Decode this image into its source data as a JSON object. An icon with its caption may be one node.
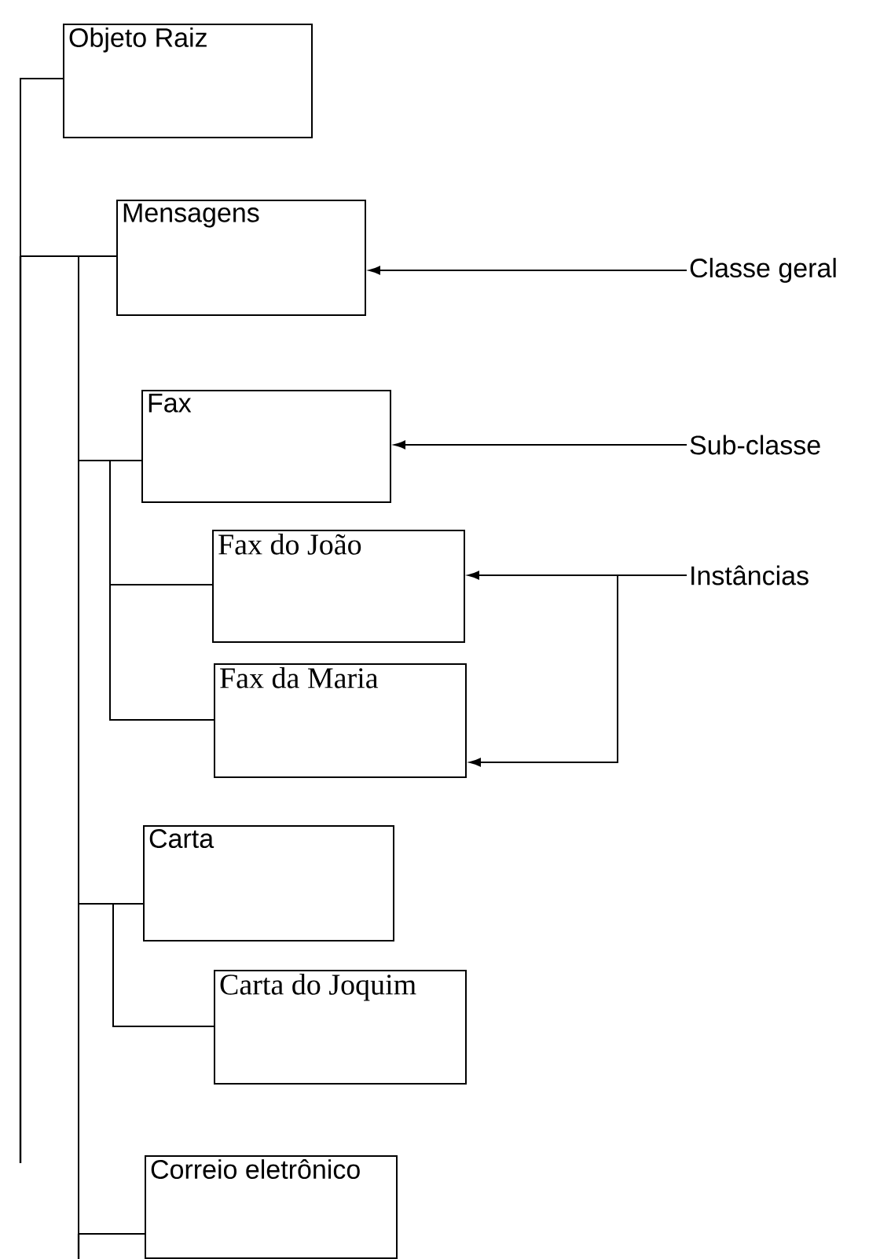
{
  "diagram": {
    "nodes": [
      {
        "text": [
          "Objeto Raiz"
        ]
      },
      {
        "text": [
          "Mensagens"
        ]
      },
      {
        "text": [
          "Fax"
        ]
      },
      {
        "text": [
          "Fax do João"
        ]
      },
      {
        "text": [
          "Fax da Maria"
        ]
      },
      {
        "text": [
          "Carta"
        ]
      },
      {
        "text": [
          "Carta do Joquim"
        ]
      },
      {
        "text": [
          "Correio eletrônico"
        ]
      },
      {
        "text": [
          "Classe geral"
        ]
      },
      {
        "text": [
          "Sub-classe"
        ]
      },
      {
        "text": [
          "Instâncias"
        ]
      }
    ],
    "edges": [
      {
        "from": 0,
        "to": 1,
        "arrow": "none"
      },
      {
        "from": 1,
        "to": 2,
        "arrow": "none"
      },
      {
        "from": 1,
        "to": 5,
        "arrow": "none"
      },
      {
        "from": 1,
        "to": 7,
        "arrow": "none"
      },
      {
        "from": 2,
        "to": 3,
        "arrow": "none"
      },
      {
        "from": 2,
        "to": 4,
        "arrow": "none"
      },
      {
        "from": 5,
        "to": 6,
        "arrow": "none"
      },
      {
        "from": 8,
        "to": 1,
        "arrow": "to"
      },
      {
        "from": 9,
        "to": 2,
        "arrow": "to"
      },
      {
        "from": 10,
        "to": 3,
        "arrow": "to"
      },
      {
        "from": 10,
        "to": 4,
        "arrow": "to"
      }
    ]
  }
}
